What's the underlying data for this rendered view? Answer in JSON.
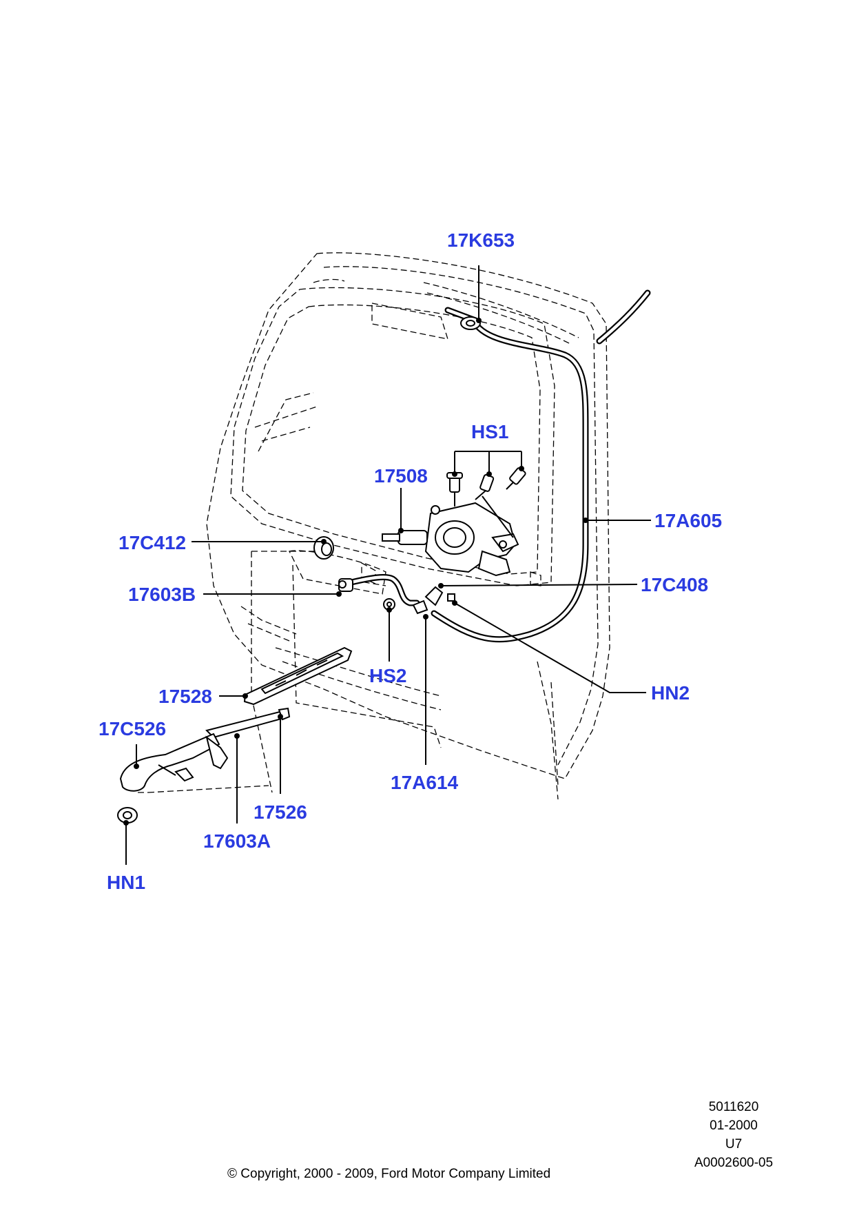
{
  "theme": {
    "label_color": "#2a3be0",
    "line_color": "#000000"
  },
  "callouts": {
    "c17K653": "17K653",
    "cHS1": "HS1",
    "c17508": "17508",
    "c17A605": "17A605",
    "c17C412": "17C412",
    "c17603B": "17603B",
    "c17C408": "17C408",
    "cHS2": "HS2",
    "cHN2": "HN2",
    "c17528": "17528",
    "c17C526": "17C526",
    "c17A614": "17A614",
    "c17526": "17526",
    "c17603A": "17603A",
    "cHN1": "HN1"
  },
  "footer": {
    "copyright": "© Copyright, 2000 - 2009, Ford Motor Company Limited",
    "ref_number": "5011620",
    "date": "01-2000",
    "model_code": "U7",
    "illustration_id": "A0002600-05"
  }
}
